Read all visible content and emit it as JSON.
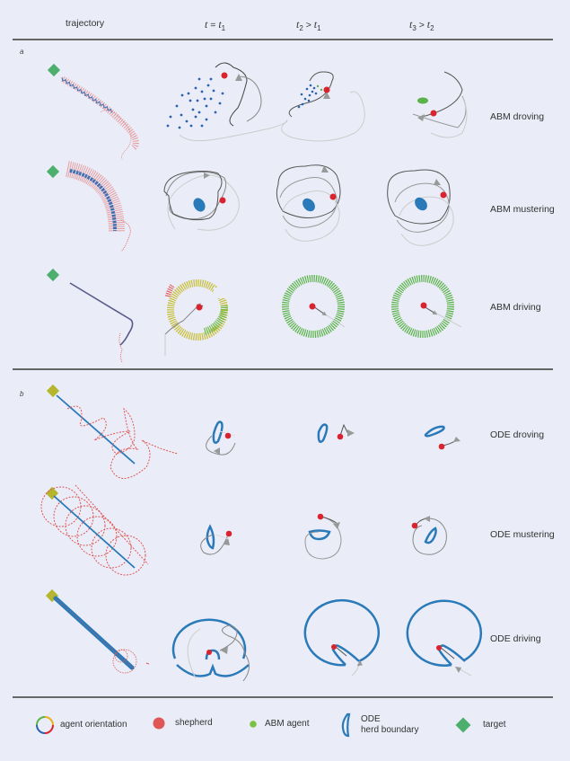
{
  "header": {
    "columns": [
      {
        "id": "trajectory",
        "label": "trajectory"
      },
      {
        "id": "t1",
        "var": "t",
        "op": " = ",
        "rhs_var": "t",
        "rhs_sub": "1"
      },
      {
        "id": "t2",
        "var": "t",
        "var_sub": "2",
        "op": " > ",
        "rhs_var": "t",
        "rhs_sub": "1"
      },
      {
        "id": "t3",
        "var": "t",
        "var_sub": "3",
        "op": " > ",
        "rhs_var": "t",
        "rhs_sub": "2"
      }
    ]
  },
  "panels": [
    {
      "label": "a",
      "rows": [
        {
          "label": "ABM droving",
          "model": "ABM",
          "behavior": "droving"
        },
        {
          "label": "ABM mustering",
          "model": "ABM",
          "behavior": "mustering"
        },
        {
          "label": "ABM driving",
          "model": "ABM",
          "behavior": "driving"
        }
      ]
    },
    {
      "label": "b",
      "rows": [
        {
          "label": "ODE droving",
          "model": "ODE",
          "behavior": "droving"
        },
        {
          "label": "ODE mustering",
          "model": "ODE",
          "behavior": "mustering"
        },
        {
          "label": "ODE driving",
          "model": "ODE",
          "behavior": "driving"
        }
      ]
    }
  ],
  "legend": [
    {
      "icon": "agent-orientation-ring-icon",
      "label": "agent orientation"
    },
    {
      "icon": "shepherd-dot-icon",
      "label": "shepherd",
      "color": "#e05555"
    },
    {
      "icon": "abm-agent-dot-icon",
      "label": "ABM agent",
      "color": "#7ac143"
    },
    {
      "icon": "ode-herd-boundary-icon",
      "label_line1": "ODE",
      "label_line2": "herd boundary",
      "color": "#2a7ab9"
    },
    {
      "icon": "target-diamond-icon",
      "label": "target",
      "color": "#4caf6e"
    }
  ],
  "colors": {
    "background": "#eaedf7",
    "shepherd": "#d9232f",
    "abm_agent_green": "#5ab24a",
    "abm_agent_blue": "#2a62b0",
    "ode_boundary": "#2a7ab9",
    "target_abm": "#4caf6e",
    "target_ode": "#b5b52e",
    "trajectory_red": "#e05555",
    "path_gray": "#555555",
    "arrow_gray": "#999999"
  }
}
